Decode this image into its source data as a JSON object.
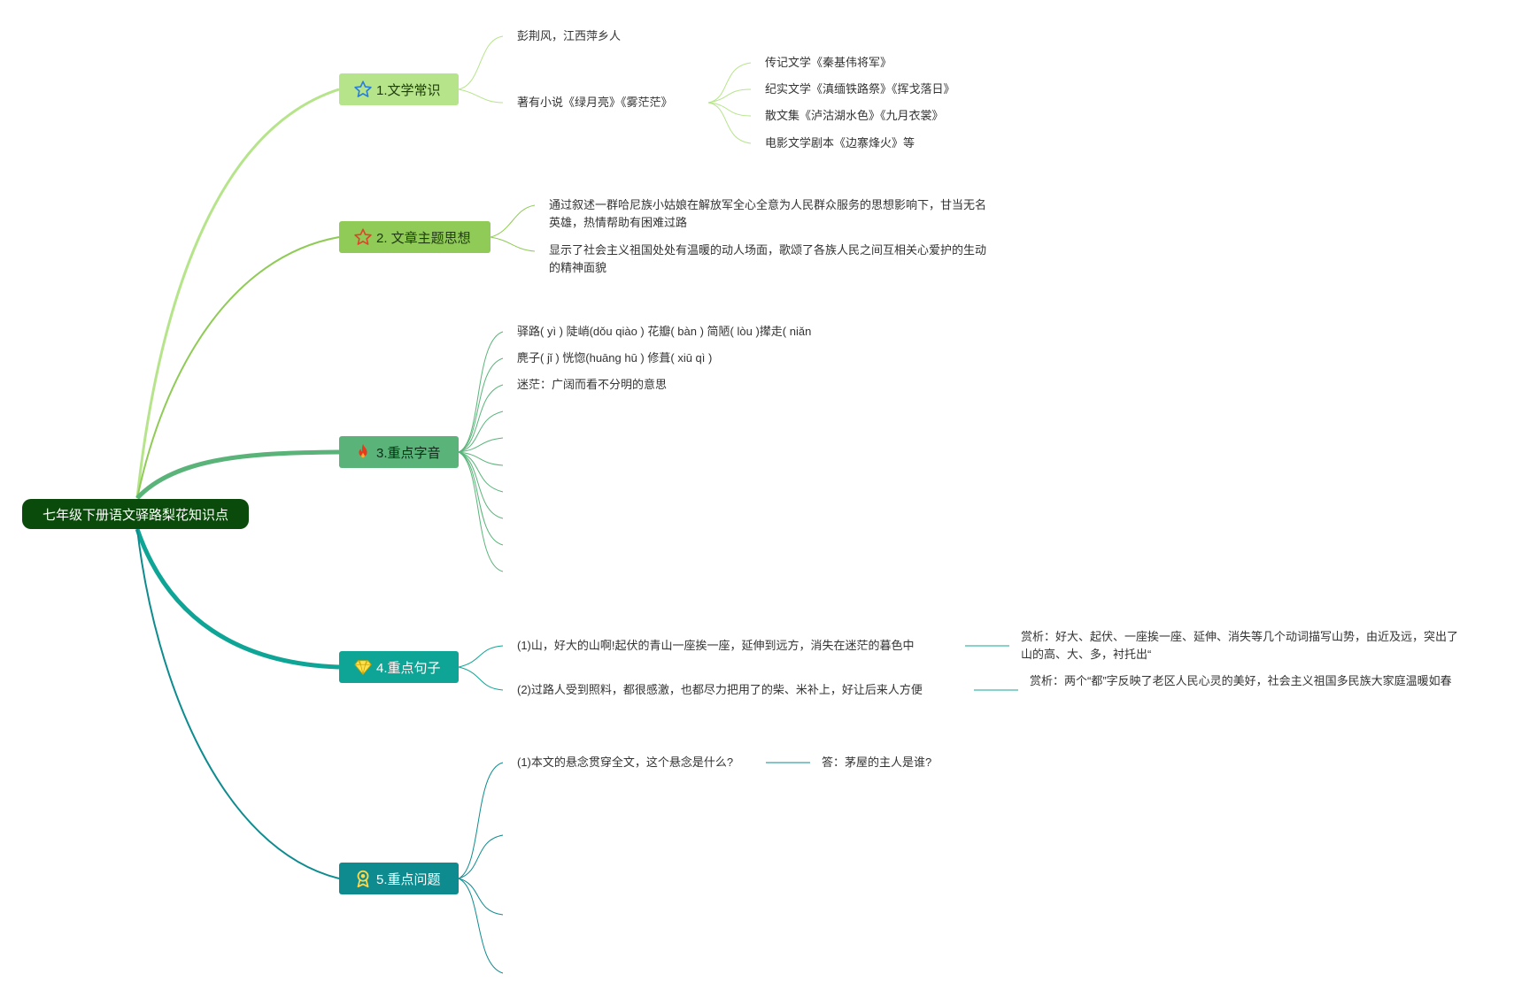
{
  "root": {
    "title": "七年级下册语文驿路梨花知识点"
  },
  "branches": {
    "b1": {
      "label": "1.文学常识",
      "icon": "star-outline-icon"
    },
    "b2": {
      "label": "2. 文章主题思想",
      "icon": "star-outline-icon"
    },
    "b3": {
      "label": "3.重点字音",
      "icon": "fire-icon"
    },
    "b4": {
      "label": "4.重点句子",
      "icon": "diamond-icon"
    },
    "b5": {
      "label": "5.重点问题",
      "icon": "award-icon"
    }
  },
  "literature": {
    "author": "彭荆风，江西萍乡人",
    "novels": "著有小说《绿月亮》《雾茫茫》",
    "works": [
      "传记文学《秦基伟将军》",
      "纪实文学《滇缅铁路祭》《挥戈落日》",
      "散文集《泸沽湖水色》《九月衣裳》",
      "电影文学剧本《边寨烽火》等"
    ]
  },
  "theme": {
    "items": [
      "通过叙述一群哈尼族小姑娘在解放军全心全意为人民群众服务的思想影响下，甘当无名英雄，热情帮助有困难过路",
      "显示了社会主义祖国处处有温暖的动人场面，歌颂了各族人民之间互相关心爱护的生动的精神面貌"
    ]
  },
  "pronunciation": {
    "items": [
      "驿路( yì ) 陡峭(dǒu qiào ) 花瓣( bàn ) 简陋( lòu )撵走( niǎn",
      "麂子( jǐ ) 恍惚(huāng hū ) 修葺( xiū qì )",
      "迷茫：广阔而看不分明的意思"
    ]
  },
  "sentences": {
    "items": [
      {
        "text": "(1)山，好大的山啊!起伏的青山一座挨一座，延伸到远方，消失在迷茫的暮色中",
        "note": "赏析：好大、起伏、一座挨一座、延伸、消失等几个动词描写山势，由近及远，突出了山的高、大、多，衬托出“"
      },
      {
        "text": "(2)过路人受到照料，都很感激，也都尽力把用了的柴、米补上，好让后来人方便",
        "note": "赏析：两个“都”字反映了老区人民心灵的美好，社会主义祖国多民族大家庭温暖如春"
      }
    ]
  },
  "questions": {
    "items": [
      {
        "q": "(1)本文的悬念贯穿全文，这个悬念是什么?",
        "a": "答：茅屋的主人是谁?"
      }
    ]
  },
  "colors": {
    "root": "#0a4a0a",
    "b1": "#b6e48a",
    "b2": "#8fcb56",
    "b3": "#5ab47a",
    "b4": "#0fa596",
    "b5": "#0d8b8f"
  }
}
